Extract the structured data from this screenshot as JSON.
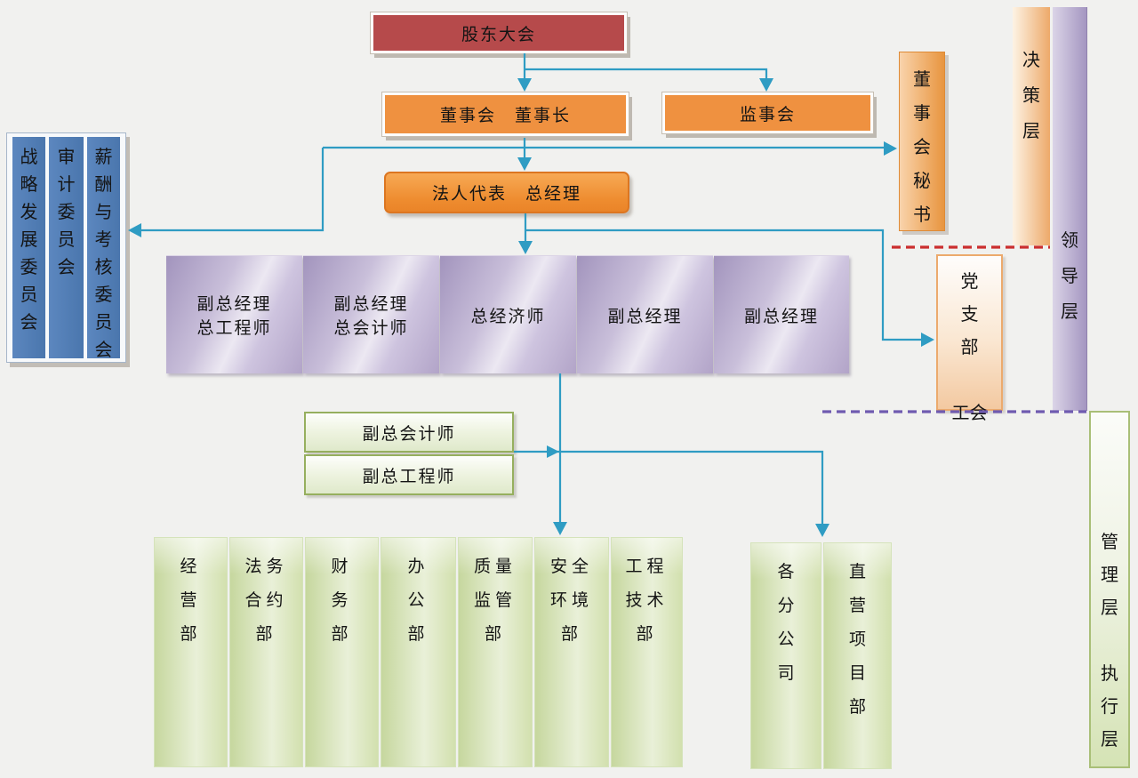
{
  "palette": {
    "background": "#f1f1ef",
    "connector": "#2f9cc3",
    "red_dashed": "#cb2e2e",
    "purple_dashed": "#6f5bb0",
    "shareholders_fill": "#b64a4b",
    "orange_fill": "#ef9140",
    "committee_fill": "#4f7fba",
    "executive_fill": "#c3b7d6",
    "department_fill": "#dbe7c0"
  },
  "nodes": {
    "shareholders": "股东大会",
    "board": "董事会　董事长",
    "supervisory": "监事会",
    "secretary": "董\n事\n会\n秘\n书",
    "legal_gm": "法人代表　总经理",
    "committees": [
      "战\n略\n发\n展\n委\n员\n会",
      "审\n计\n委\n员\n会",
      "薪\n酬\n与\n考\n核\n委\n员\n会"
    ],
    "executives": [
      "副总经理\n总工程师",
      "副总经理\n总会计师",
      "总经济师",
      "副总经理",
      "副总经理"
    ],
    "party_union": "党\n支\n部\n\n工会",
    "deputies": [
      "副总会计师",
      "副总工程师"
    ],
    "departments": [
      "经\n营\n部",
      "法务\n合约\n部",
      "财\n务\n部",
      "办\n公\n部",
      "质量\n监管\n部",
      "安全\n环境\n部",
      "工程\n技术\n部"
    ],
    "branches": [
      "各\n分\n公\n司",
      "直\n营\n项\n目\n部"
    ],
    "layers": {
      "decision": "决\n策\n层",
      "leadership": "领\n导\n层",
      "management_execution": "管\n理\n层\n\n执\n行\n层"
    }
  }
}
